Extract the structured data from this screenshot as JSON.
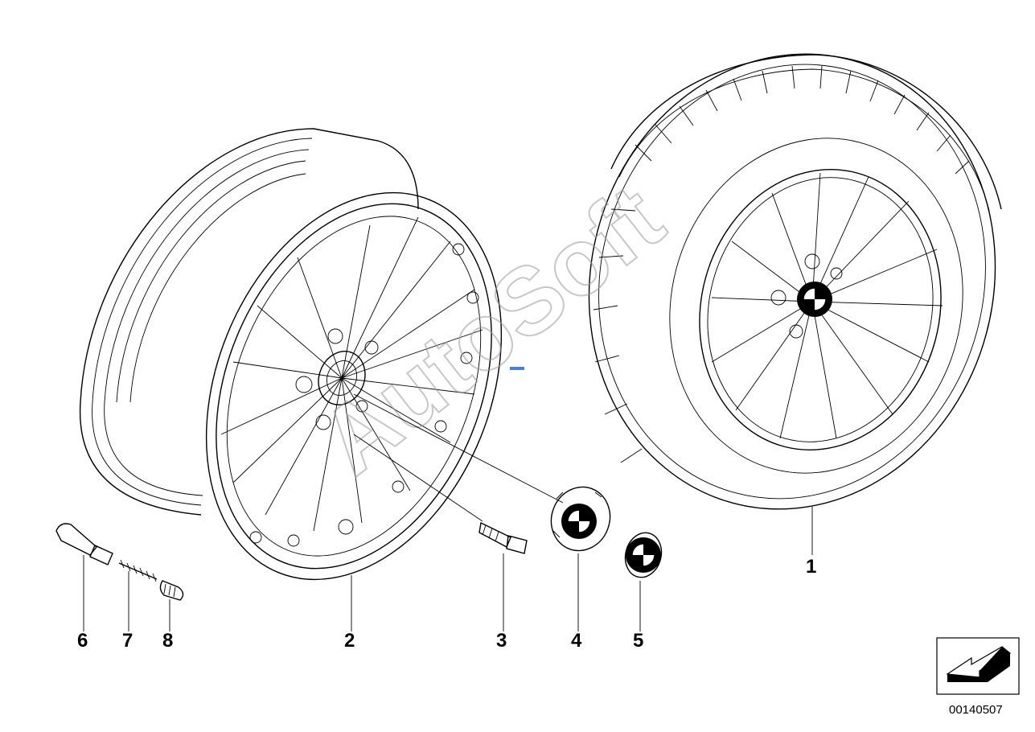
{
  "callouts": {
    "c1": "1",
    "c2": "2",
    "c3": "3",
    "c4": "4",
    "c5": "5",
    "c6": "6",
    "c7": "7",
    "c8": "8"
  },
  "document_number": "00140507",
  "watermark": "AutoSoft",
  "icons": {
    "nav": "arrow-down-left-icon",
    "emblem": "roundel-emblem-icon"
  },
  "colors": {
    "line": "#000000",
    "background": "#ffffff",
    "watermark": "#9a9a9a",
    "accent_dot": "#4a7fd4"
  }
}
